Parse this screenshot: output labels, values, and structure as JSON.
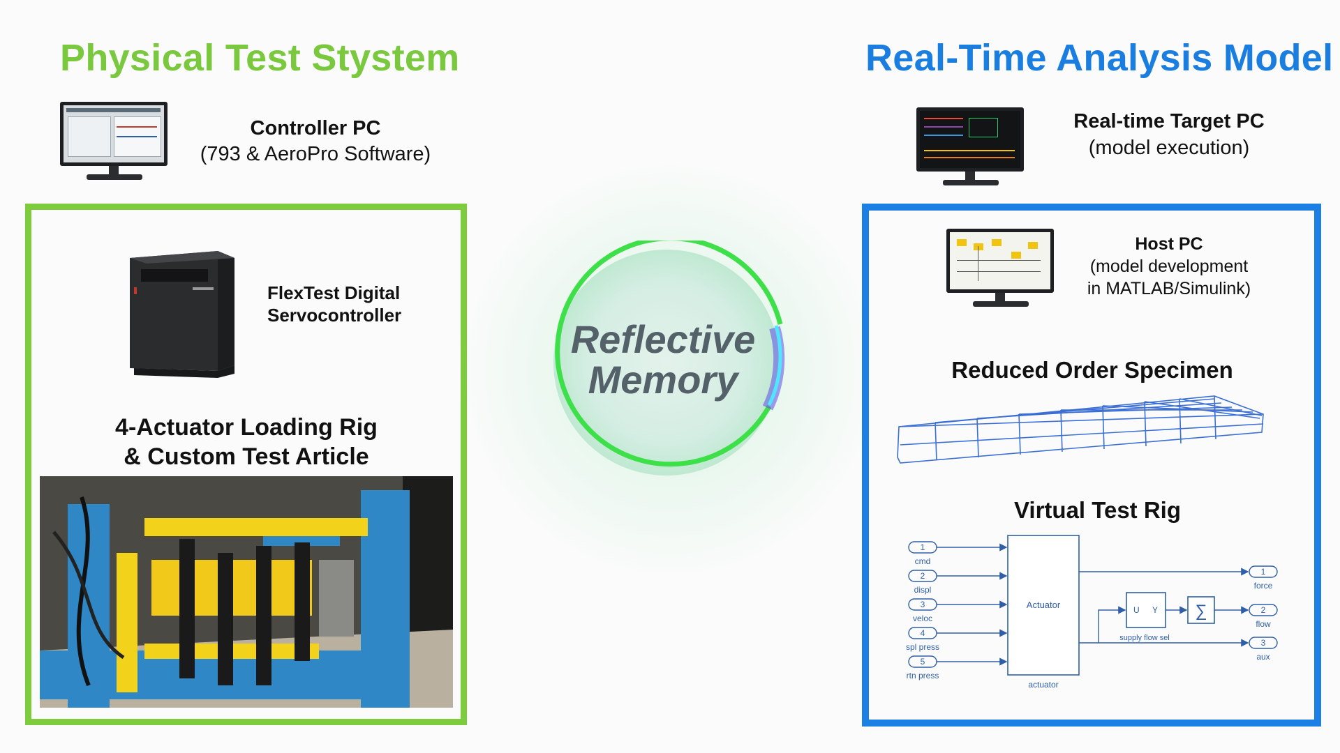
{
  "physical": {
    "title": "Physical Test Stystem",
    "controller_pc": {
      "name": "Controller PC",
      "detail": "(793 & AeroPro Software)"
    },
    "servocontroller": {
      "line1": "FlexTest Digital",
      "line2": "Servocontroller"
    },
    "rig": {
      "line1": "4-Actuator Loading Rig",
      "line2": "& Custom Test Article"
    }
  },
  "center": {
    "line1": "Reflective",
    "line2": "Memory"
  },
  "analysis": {
    "title": "Real-Time Analysis Model",
    "target_pc": {
      "name": "Real-time Target PC",
      "detail": "(model execution)"
    },
    "host_pc": {
      "name": "Host PC",
      "detail1": "(model development",
      "detail2": "in MATLAB/Simulink)"
    },
    "specimen_title": "Reduced Order Specimen",
    "rig_title": "Virtual Test Rig"
  },
  "simulink": {
    "inputs": [
      {
        "num": "1",
        "label": "cmd"
      },
      {
        "num": "2",
        "label": "displ"
      },
      {
        "num": "3",
        "label": "veloc"
      },
      {
        "num": "4",
        "label": "spl press"
      },
      {
        "num": "5",
        "label": "rtn press"
      }
    ],
    "actuator_label": "Actuator",
    "actuator_caption": "actuator",
    "lookup_u": "U",
    "lookup_y": "Y",
    "lookup_caption": "supply flow sel",
    "sum_symbol": "∑",
    "outputs": [
      {
        "num": "1",
        "label": "force"
      },
      {
        "num": "2",
        "label": "flow"
      },
      {
        "num": "3",
        "label": "aux"
      }
    ]
  },
  "colors": {
    "green": "#79c83d",
    "blue": "#1a7ee0",
    "diagram": "#2f5fa8"
  },
  "icons": [
    "monitor-icon",
    "servocontroller-icon",
    "rig-photo",
    "mesh-wireframe"
  ]
}
